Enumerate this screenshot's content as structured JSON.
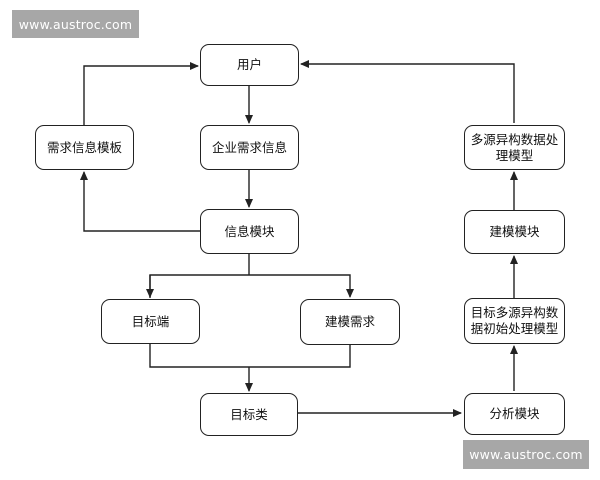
{
  "watermarks": {
    "top": "www.austroc.com",
    "bottom": "www.austroc.com"
  },
  "nodes": {
    "user": "用户",
    "enterprise_demand_info": "企业需求信息",
    "demand_info_template": "需求信息模板",
    "info_module": "信息模块",
    "target_end": "目标端",
    "modeling_demand": "建模需求",
    "target_class": "目标类",
    "analysis_module": "分析模块",
    "target_multisource_initial_model": "目标多源异构数据初始处理模型",
    "modeling_module": "建模模块",
    "multisource_processing_model": "多源异构数据处理模型"
  }
}
